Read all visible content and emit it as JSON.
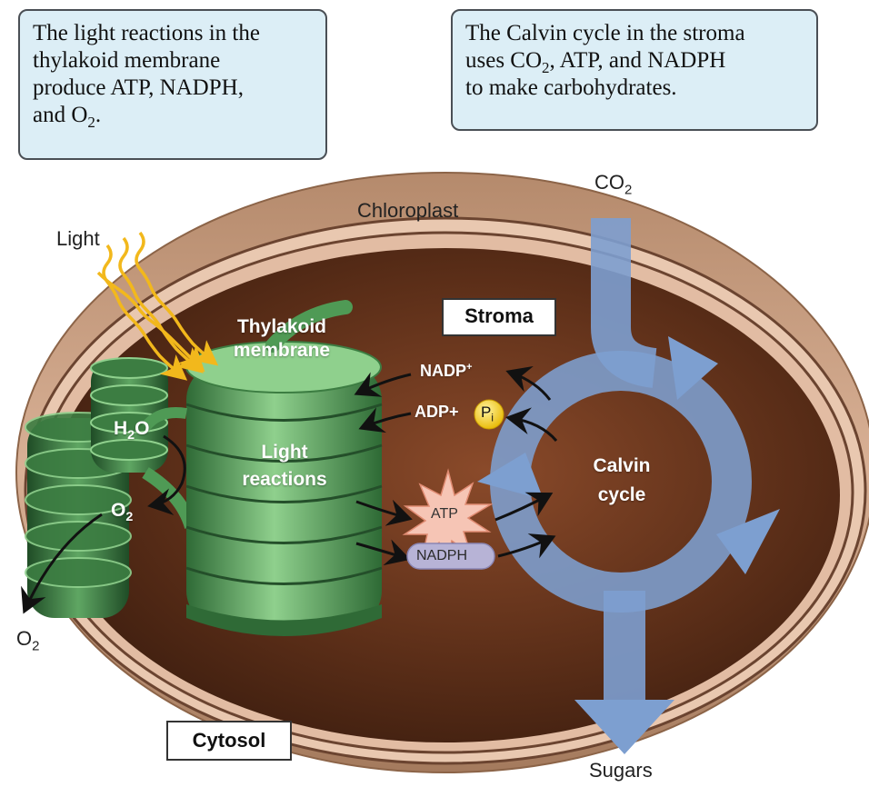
{
  "callouts": {
    "light": {
      "line1": "The light reactions in the",
      "line2": "thylakoid membrane",
      "line3": "produce ATP, NADPH,",
      "line4_pre": "and O",
      "line4_sub": "2",
      "line4_post": "."
    },
    "calvin": {
      "line1": "The Calvin cycle in the stroma",
      "line2_pre": "uses CO",
      "line2_sub": "2",
      "line2_post": ", ATP, and NADPH",
      "line3": "to make carbohydrates."
    }
  },
  "labels": {
    "chloroplast": "Chloroplast",
    "light": "Light",
    "stroma": "Stroma",
    "cytosol": "Cytosol",
    "thylakoid_l1": "Thylakoid",
    "thylakoid_l2": "membrane",
    "light_reactions_l1": "Light",
    "light_reactions_l2": "reactions",
    "calvin_l1": "Calvin",
    "calvin_l2": "cycle",
    "co2_main": "CO",
    "co2_sub": "2",
    "sugars": "Sugars",
    "h2o_a": "H",
    "h2o_sub": "2",
    "h2o_b": "O",
    "o2_inner_main": "O",
    "o2_inner_sub": "2",
    "o2_outer_main": "O",
    "o2_outer_sub": "2",
    "nadp_main": "NADP",
    "nadp_sup": "+",
    "adp_text": "ADP+",
    "pi_main": "P",
    "pi_sub": "i",
    "atp": "ATP",
    "nadph": "NADPH"
  },
  "colors": {
    "callout_fill": "#dceef6",
    "envelope": "#c99b7d",
    "stroma": "#5a2d17",
    "thylakoid": "#4f9a55",
    "calvin_arrow": "#7d9fd0",
    "light_waves": "#f2b81c",
    "atp_burst": "#f6c5b5",
    "nadph_pill": "#b7b3d6",
    "pi_circle": "#f4d123"
  }
}
